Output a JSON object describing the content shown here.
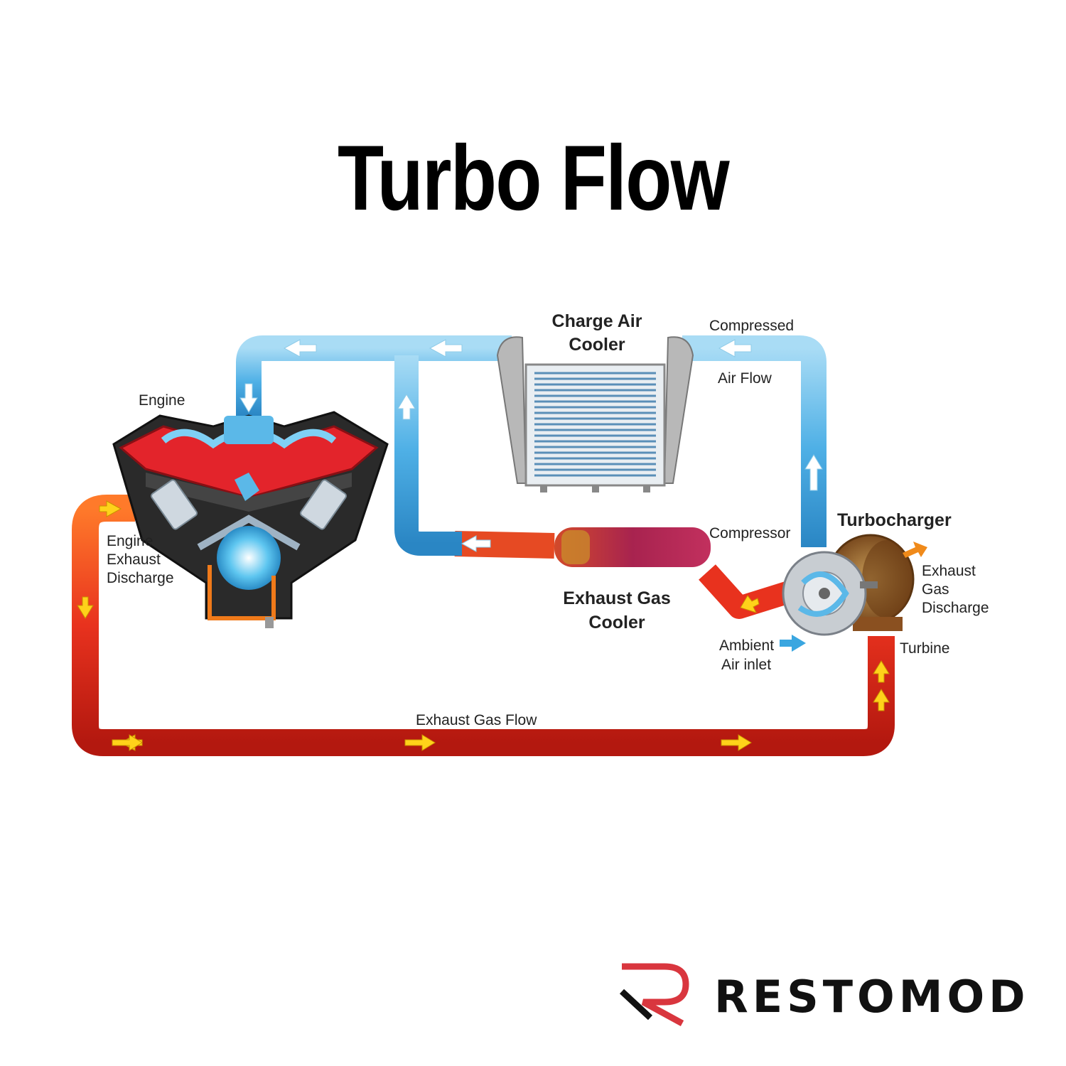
{
  "title": "Turbo Flow",
  "labels": {
    "engine": "Engine",
    "engine_exhaust_1": "Engine",
    "engine_exhaust_2": "Exhaust",
    "engine_exhaust_3": "Discharge",
    "charge_air_cooler_1": "Charge Air",
    "charge_air_cooler_2": "Cooler",
    "compressed": "Compressed",
    "air_flow": "Air Flow",
    "turbocharger": "Turbocharger",
    "compressor": "Compressor",
    "exhaust_gas_discharge_1": "Exhaust",
    "exhaust_gas_discharge_2": "Gas",
    "exhaust_gas_discharge_3": "Discharge",
    "exhaust_gas_cooler_1": "Exhaust Gas",
    "exhaust_gas_cooler_2": "Cooler",
    "ambient_1": "Ambient",
    "ambient_2": "Air inlet",
    "turbine": "Turbine",
    "exhaust_gas_flow": "Exhaust Gas Flow"
  },
  "brand": {
    "name": "RESTOMOD"
  },
  "colors": {
    "air_pipe": "#5bb8e8",
    "exhaust_pipe": "#e8321e",
    "flow_arrow_air": "#ffffff",
    "flow_arrow_exhaust": "#ffd21a",
    "logo_red": "#d9363e"
  }
}
